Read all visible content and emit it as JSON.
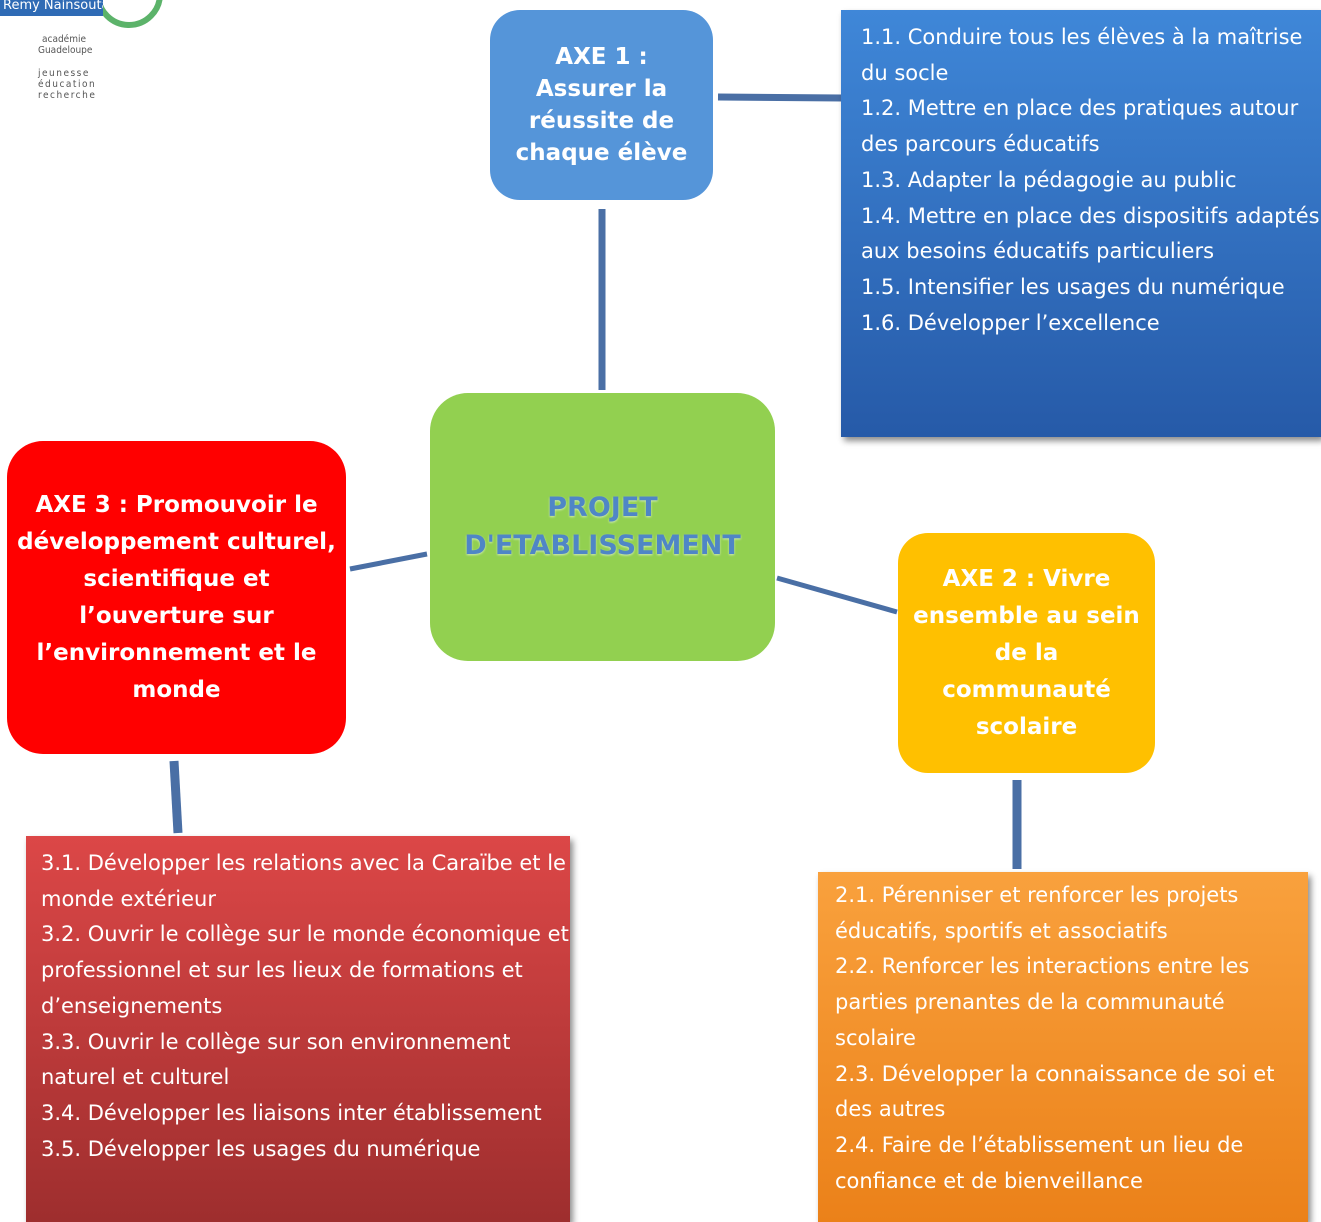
{
  "logo": {
    "name": "Remy Nainsouta",
    "lines": [
      "académie",
      "Guadeloupe",
      "jeunesse",
      "éducation",
      "recherche"
    ]
  },
  "center": {
    "label": "PROJET D'ETABLISSEMENT"
  },
  "axe1": {
    "title": "AXE 1 : Assurer la réussite de chaque élève",
    "items": [
      "1.1. Conduire tous les élèves à la maîtrise du socle",
      "1.2. Mettre en place des pratiques autour des parcours éducatifs",
      "1.3. Adapter la pédagogie au public",
      "1.4. Mettre en place des dispositifs adaptés aux besoins éducatifs particuliers",
      "1.5. Intensifier les usages du numérique",
      "1.6. Développer l’excellence"
    ]
  },
  "axe2": {
    "title": "AXE 2 : Vivre ensemble au sein de la communauté scolaire",
    "items": [
      "2.1. Pérenniser et renforcer les projets éducatifs, sportifs et associatifs",
      "2.2. Renforcer les interactions entre les parties prenantes de la communauté scolaire",
      "2.3. Développer la connaissance de soi et des autres",
      "2.4. Faire de l’établissement un lieu de confiance et de bienveillance"
    ]
  },
  "axe3": {
    "title": "AXE 3 : Promouvoir le développement culturel, scientifique et l’ouverture sur l’environnement et le monde",
    "items": [
      "3.1. Développer les relations avec la Caraïbe et le monde extérieur",
      "3.2. Ouvrir le collège sur le monde économique et professionnel et sur les lieux de formations et d’enseignements",
      "3.3. Ouvrir le collège sur son environnement naturel et culturel",
      "3.4. Développer les liaisons inter établissement",
      "3.5. Développer les usages du numérique"
    ]
  },
  "colors": {
    "connector": "#4a6fa5",
    "axe1": "#5595d9",
    "center": "#92d050",
    "axe2": "#ffc000",
    "axe3": "#ff0000"
  }
}
